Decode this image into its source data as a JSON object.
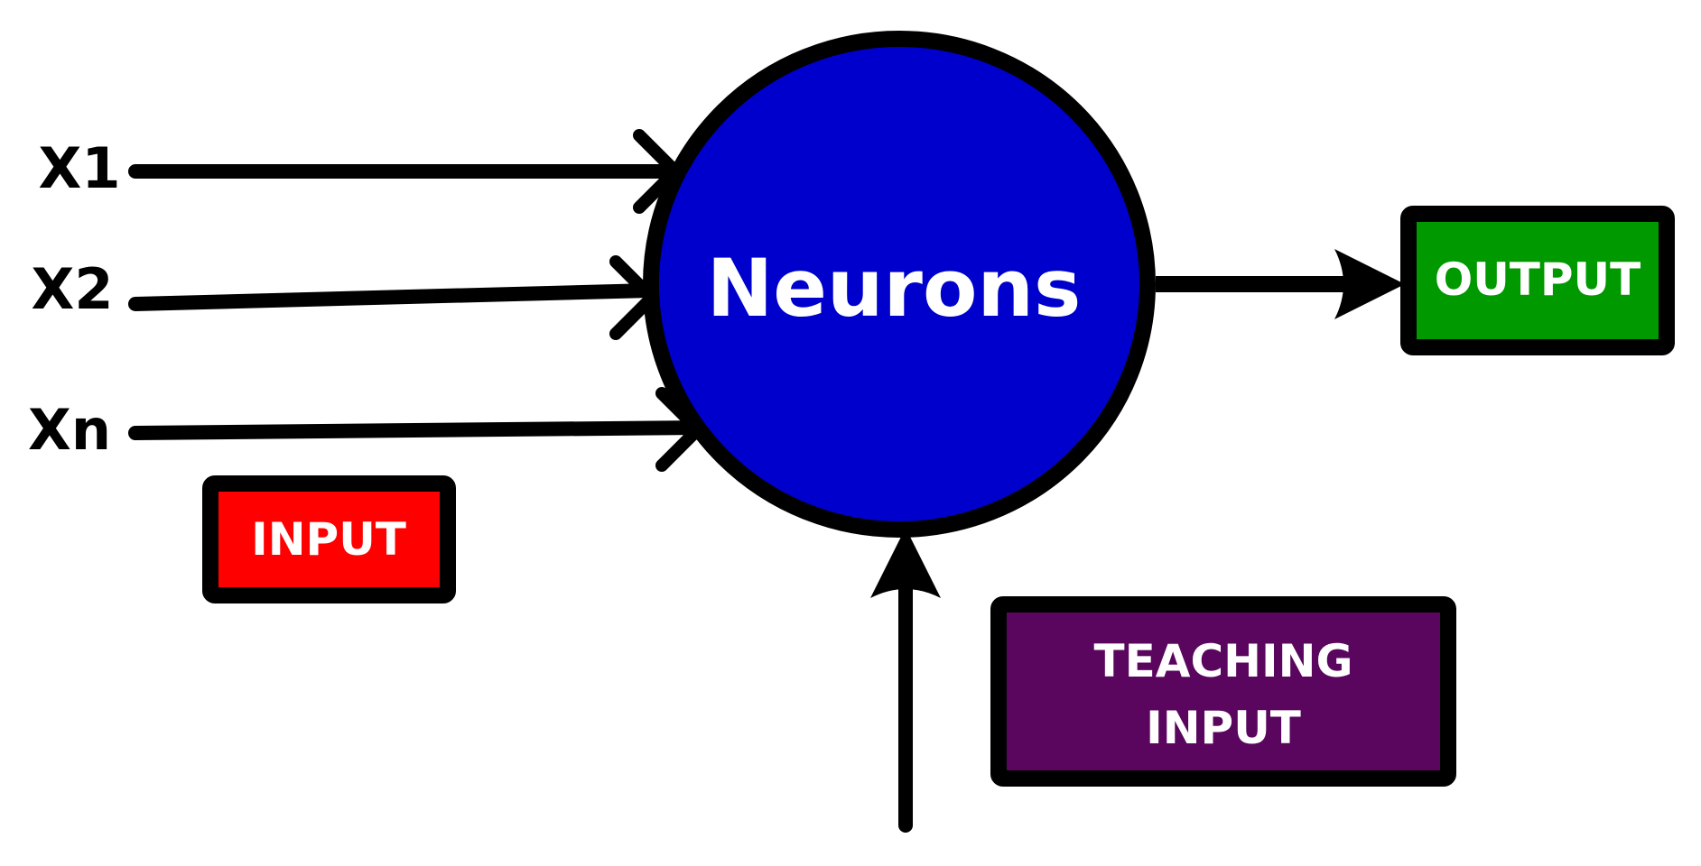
{
  "diagram": {
    "inputs": [
      "X1",
      "X2",
      "Xn"
    ],
    "neuron": {
      "label": "Neurons",
      "fill": "#0000CC"
    },
    "input_box": {
      "label": "INPUT",
      "fill": "#FF0000"
    },
    "output_box": {
      "label": "OUTPUT",
      "fill": "#009900"
    },
    "teaching_box": {
      "line1": "TEACHING",
      "line2": "INPUT",
      "fill": "#5A065E"
    },
    "stroke_color": "#000000",
    "text_color": "#FFFFFF",
    "input_label_color": "#000000"
  }
}
